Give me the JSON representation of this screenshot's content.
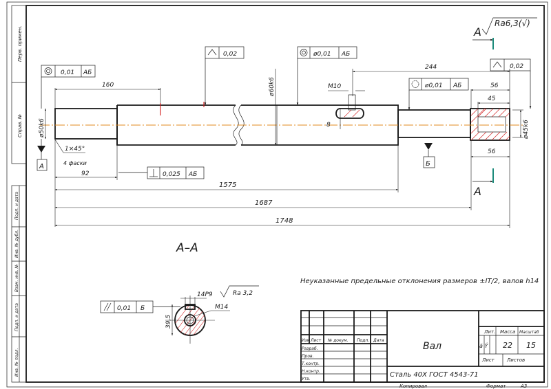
{
  "drawing": {
    "section_marker": "A",
    "roughness_general": "Ra6,3(√)",
    "section_view_title": "А–А",
    "note": "Неуказанные предельные отклонения размеров ±IT/2, валов h14"
  },
  "datums": {
    "a_label": "А",
    "b_label": "Б"
  },
  "tolerances": {
    "runout_left_value": "0,01",
    "runout_left_base": "АБ",
    "runout_mid_value": "0,02",
    "coax_center_value": "ø0,01",
    "coax_center_base": "АБ",
    "coax_right_value": "ø0,01",
    "coax_right_base": "АБ",
    "runout_right_value": "0,02",
    "perp_value": "0,025",
    "perp_base": "АБ",
    "parallel_value": "0,01",
    "parallel_base": "Б"
  },
  "dimensions": {
    "d_left": "ø50k6",
    "d_mid": "ø60k6",
    "d_right": "ø45k6",
    "len_160": "160",
    "len_244": "244",
    "len_56a": "56",
    "len_45": "45",
    "len_56b": "56",
    "thread_m10": "M10",
    "dim_8": "8",
    "chamfer": "1×45°",
    "chamfer_note": "4 фаски",
    "len_92": "92",
    "len_1575": "1575",
    "len_1687": "1687",
    "len_1748": "1748",
    "keyway": "14P9",
    "keyway_ra": "Ra 3,2",
    "thread_m14": "M14",
    "dim_395": "39,5"
  },
  "sidebar": {
    "field1": "Перв. примен.",
    "field2": "Справ. №",
    "field3": "Подп. и дата",
    "field4": "Инв. № дубл.",
    "field5": "Взам. инв. №",
    "field6": "Подп. и дата",
    "field7": "Инв. № подл."
  },
  "title_block": {
    "name": "Вал",
    "material": "Сталь 40Х ГОСТ 4543-71",
    "col_lit": "Лит.",
    "col_mass": "Масса",
    "col_scale": "Масштаб",
    "lit_value": "ä Ý",
    "mass_value": "22",
    "scale_value": "15",
    "sheet_label": "Лист",
    "sheets_label": "Листов",
    "hdr_izm": "Изм",
    "hdr_list": "Лист",
    "hdr_doc": "№ докум.",
    "hdr_sign": "Подп.",
    "hdr_date": "Дата",
    "row_razrab": "Разраб.",
    "row_prov": "Пров.",
    "row_tkontr": "Т.контр.",
    "row_nkontr": "Н.контр.",
    "row_utv": "Утв.",
    "footer_copied": "Копировал",
    "footer_format": "Формат",
    "footer_format_value": "А3"
  }
}
